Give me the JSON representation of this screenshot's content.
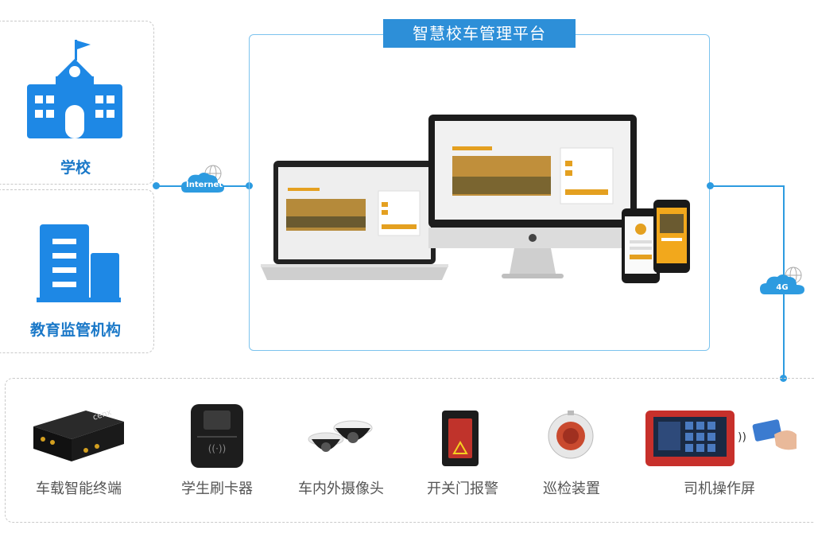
{
  "platform": {
    "title": "智慧校车管理平台"
  },
  "school": {
    "label": "学校"
  },
  "authority": {
    "label": "教育监管机构"
  },
  "clouds": {
    "internet": "Internet",
    "g4": "4G"
  },
  "devices": [
    {
      "label": "车载智能终端"
    },
    {
      "label": "学生刷卡器"
    },
    {
      "label": "车内外摄像头"
    },
    {
      "label": "开关门报警"
    },
    {
      "label": "巡检装置"
    },
    {
      "label": "司机操作屏"
    }
  ],
  "colors": {
    "accent": "#2d8fd8",
    "line": "#2d9be0",
    "school_icon": "#1e88e5"
  }
}
